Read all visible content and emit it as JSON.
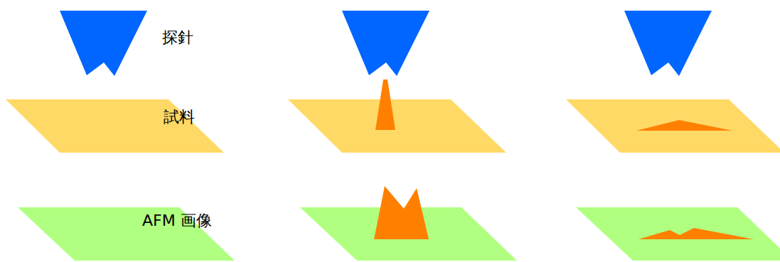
{
  "diagram": {
    "labels": [
      "探針",
      "試料",
      "AFM 画像"
    ]
  }
}
